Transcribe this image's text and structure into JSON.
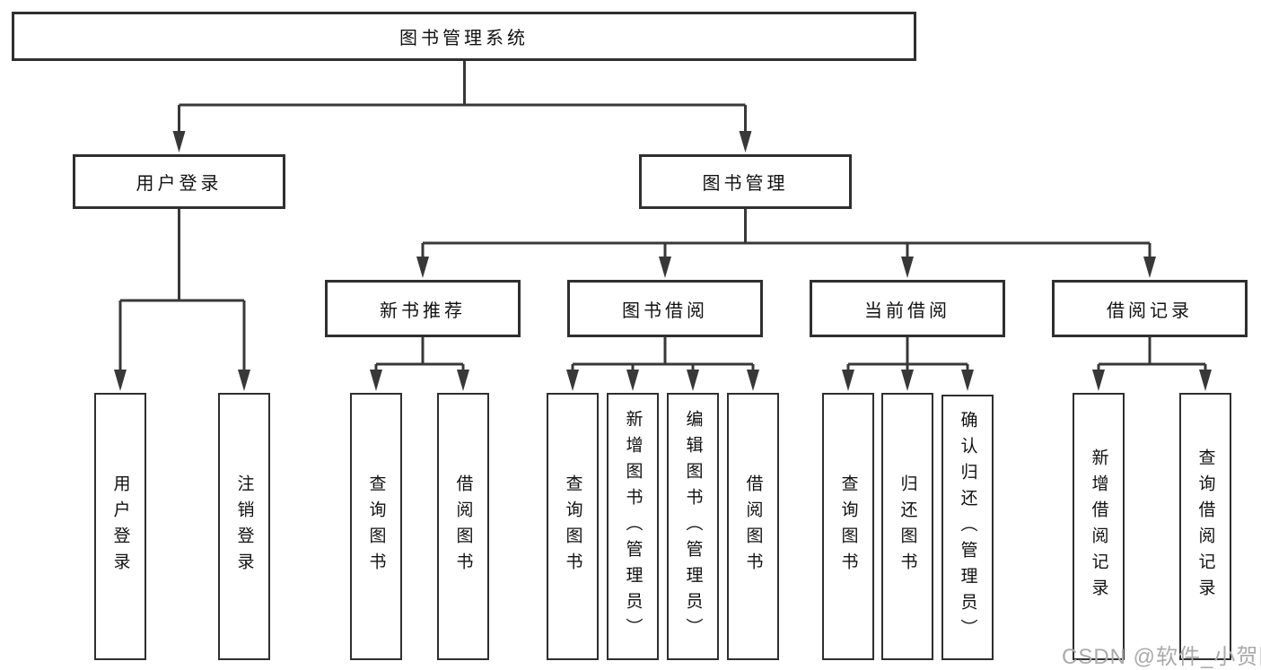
{
  "tree": {
    "root_label": "图书管理系统",
    "branches": [
      {
        "label": "用户登录",
        "children": [
          {
            "label": "用户登录"
          },
          {
            "label": "注销登录"
          }
        ]
      },
      {
        "label": "图书管理",
        "children": [
          {
            "label": "新书推荐",
            "children": [
              {
                "label": "查询图书"
              },
              {
                "label": "借阅图书"
              }
            ]
          },
          {
            "label": "图书借阅",
            "children": [
              {
                "label": "查询图书"
              },
              {
                "label": "新增图书（管理员）"
              },
              {
                "label": "编辑图书（管理员）"
              },
              {
                "label": "借阅图书"
              }
            ]
          },
          {
            "label": "当前借阅",
            "children": [
              {
                "label": "查询图书"
              },
              {
                "label": "归还图书"
              },
              {
                "label": "确认归还（管理员）"
              }
            ]
          },
          {
            "label": "借阅记录",
            "children": [
              {
                "label": "新增借阅记录"
              },
              {
                "label": "查询借阅记录"
              }
            ]
          }
        ]
      }
    ]
  },
  "watermark": "CSDN @软件_小贺同学",
  "colors": {
    "line": "#383838",
    "box_border": "#2f2f2f",
    "box_fill": "#ffffff",
    "text": "#111111",
    "watermark": "#aaaaaa"
  }
}
